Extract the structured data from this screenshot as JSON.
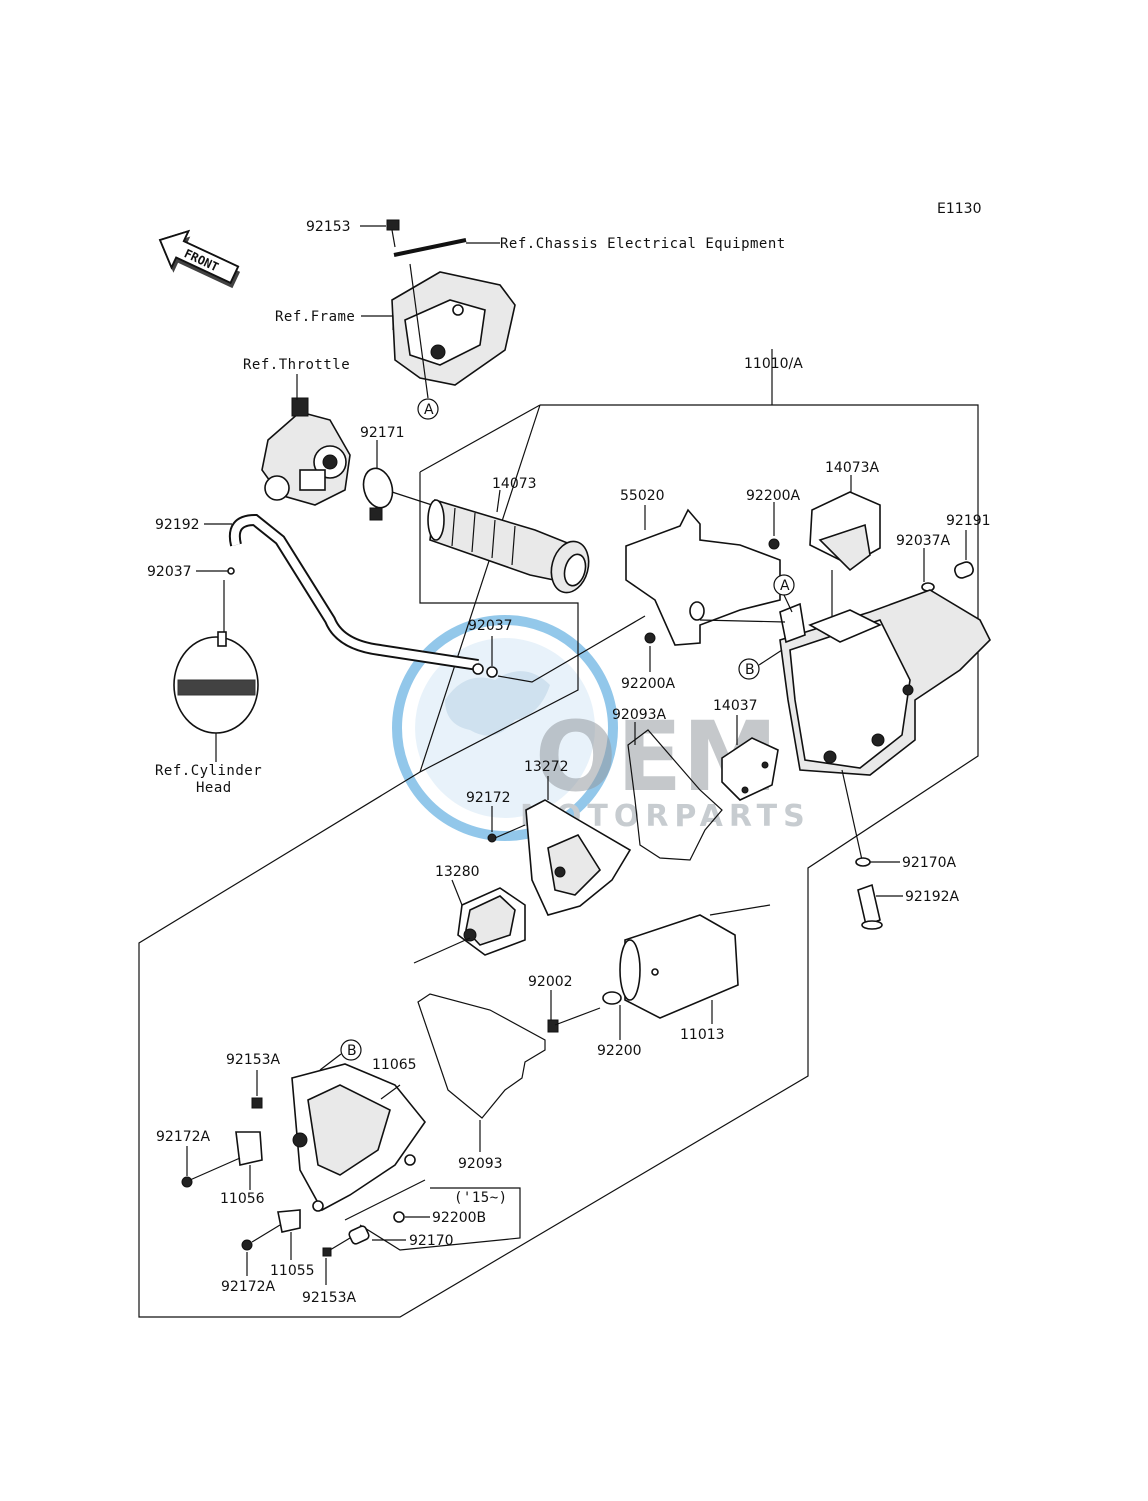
{
  "diagram_code": "E1130",
  "front_label": "FRONT",
  "watermark": {
    "brand": "OEM",
    "sub": "MOTORPARTS"
  },
  "callouts": {
    "A": "A",
    "B": "B"
  },
  "refs": {
    "chassis": "Ref.Chassis Electrical Equipment",
    "frame": "Ref.Frame",
    "throttle": "Ref.Throttle",
    "cylinder_line1": "Ref.Cylinder",
    "cylinder_line2": "Head"
  },
  "parts": {
    "p92153": "92153",
    "p11010A": "11010/A",
    "p92171": "92171",
    "p14073": "14073",
    "p55020": "55020",
    "p92200A_top": "92200A",
    "p14073A": "14073A",
    "p92191": "92191",
    "p92037A": "92037A",
    "p92192": "92192",
    "p92037_left": "92037",
    "p92037_mid": "92037",
    "p92200A_mid": "92200A",
    "p92093A": "92093A",
    "p14037": "14037",
    "p13272": "13272",
    "p92172": "92172",
    "p92170A": "92170A",
    "p92192A": "92192A",
    "p13280": "13280",
    "p92002": "92002",
    "p92200": "92200",
    "p11013": "11013",
    "p92153A_top": "92153A",
    "p11065": "11065",
    "p92172A_left": "92172A",
    "p11056": "11056",
    "p92093": "92093",
    "p92200B": "92200B",
    "p92170": "92170",
    "p11055": "11055",
    "p92172A_bot": "92172A",
    "p92153A_bot": "92153A",
    "variant": "('15~)"
  },
  "colors": {
    "watermark_blue": "#3a9ad9",
    "watermark_gray": "#c9ced3"
  }
}
